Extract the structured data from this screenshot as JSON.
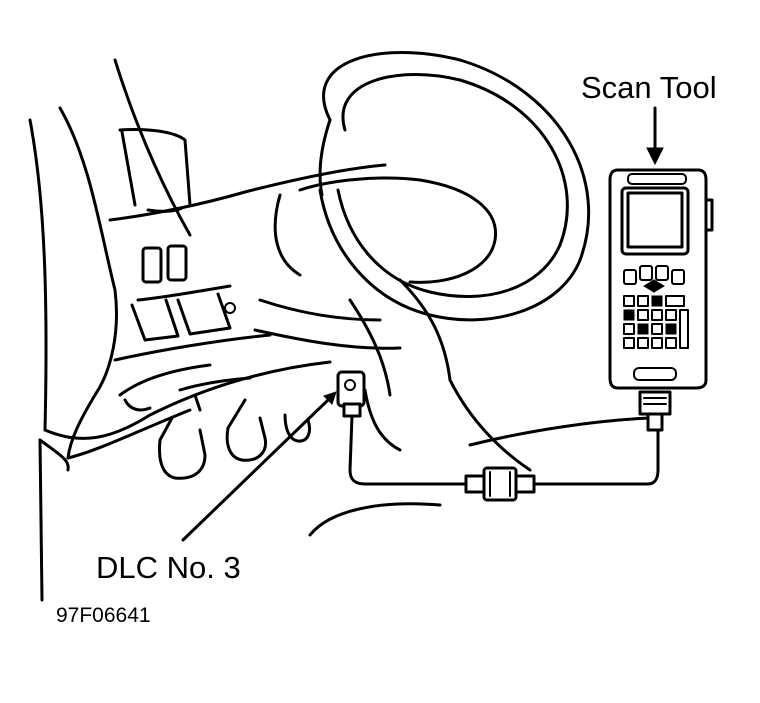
{
  "labels": {
    "scan_tool": "Scan Tool",
    "dlc": "DLC No. 3",
    "figure_id": "97F06641"
  },
  "colors": {
    "line": "#000000",
    "background": "#ffffff"
  }
}
